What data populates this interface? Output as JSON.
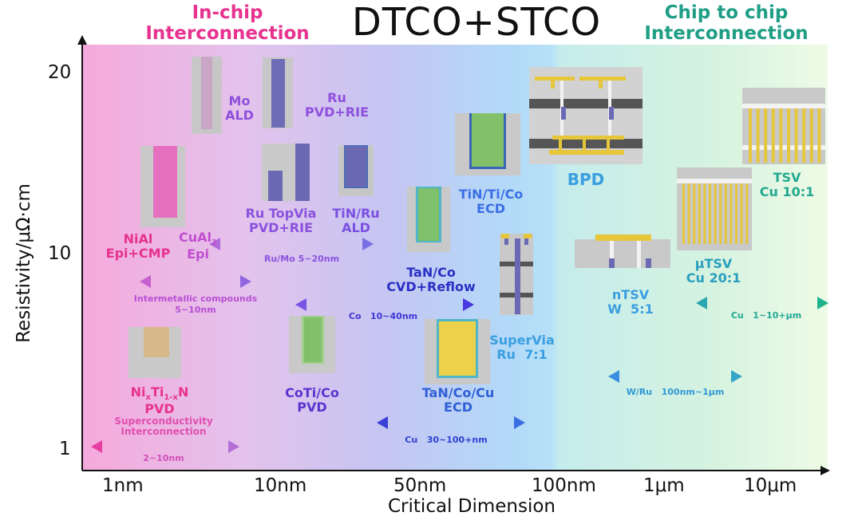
{
  "header": {
    "main_title": "DTCO+STCO",
    "left_section": "In-chip\nInterconnection",
    "right_section": "Chip to chip\nInterconnection"
  },
  "axes": {
    "y_title": "Resistivity/μΩ·cm",
    "x_title": "Critical Dimension",
    "y_ticks": [
      "20",
      "10",
      "1"
    ],
    "x_ticks": [
      "1nm",
      "10nm",
      "50nm",
      "100nm",
      "1μm",
      "10μm"
    ]
  },
  "labels": {
    "mo_ald": "Mo\nALD",
    "ru_pvd_rie": "Ru\nPVD+RIE",
    "nial": "NiAl\nEpi+CMP",
    "cual2_base": "CuAl",
    "cual2_sub": "2",
    "cual2_epi": "Epi",
    "ru_topvia": "Ru TopVia\nPVD+RIE",
    "tin_ru_ald": "TiN/Ru\nALD",
    "tin_ti_co": "TiN/Ti/Co\nECD",
    "bpd": "BPD",
    "tsv": "TSV\nCu 10:1",
    "tan_co": "TaN/Co\nCVD+Reflow",
    "utsv": "μTSV\nCu 20:1",
    "ntsv": "nTSV\nW  5:1",
    "supervia": "SuperVia\nRu  7:1",
    "nitin_ni": "Ni",
    "nitin_x": "x",
    "nitin_ti": "Ti",
    "nitin_1x": "1-x",
    "nitin_n": "N",
    "nitin_pvd": "PVD",
    "coti_co": "CoTi/Co\nPVD",
    "tan_co_cu": "TaN/Co/Cu\nECD",
    "superconductivity": "Superconductivity\nInterconnection"
  },
  "ranges": {
    "ru_mo": "Ru/Mo 5~20nm",
    "intermetallic": "Intermetallic compounds\n5~10nm",
    "co": "Co   10~40nm",
    "cu_1_10": "Cu   1~10+μm",
    "w_ru": "W/Ru   100nm~1μm",
    "cu_30_100": "Cu   30~100+nm",
    "super": "2~10nm"
  },
  "colors": {
    "pink": "#e7328f",
    "purple": "#8f4fdc",
    "blue": "#2f6fd6",
    "light_blue": "#3a9ee0",
    "teal": "#23a88f",
    "copper_yellow": "#ecd24a",
    "cobalt_green": "#86c46b",
    "ruthenium_violet": "#6b69b3"
  }
}
